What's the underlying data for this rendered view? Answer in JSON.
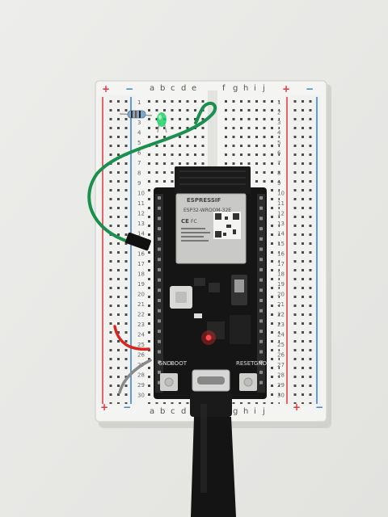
{
  "breadboard": {
    "columns_left": [
      "a",
      "b",
      "c",
      "d",
      "e"
    ],
    "columns_right": [
      "f",
      "g",
      "h",
      "i",
      "j"
    ],
    "rows": [
      "1",
      "2",
      "3",
      "4",
      "5",
      "6",
      "7",
      "8",
      "9",
      "10",
      "11",
      "12",
      "13",
      "14",
      "15",
      "16",
      "17",
      "18",
      "19",
      "20",
      "21",
      "22",
      "23",
      "24",
      "25",
      "26",
      "27",
      "28",
      "29",
      "30"
    ],
    "rail_plus": "+",
    "rail_minus": "−",
    "colors": {
      "plus_line": "#e0363c",
      "minus_line": "#2f7fd6",
      "board": "#f3f3f1"
    }
  },
  "module": {
    "brand": "ESPRESSIF",
    "model": "ESP32-WROOM-32E",
    "marks": [
      "CE",
      "FC"
    ],
    "pin_labels": [
      "GND",
      "BOOT",
      "RESET",
      "GND"
    ]
  },
  "wires": {
    "green": "#1a8f4e",
    "red": "#d8261f",
    "gray": "#8a8a8a"
  },
  "led_color": "#1fd26a",
  "power_led_color": "#ff2a2a"
}
